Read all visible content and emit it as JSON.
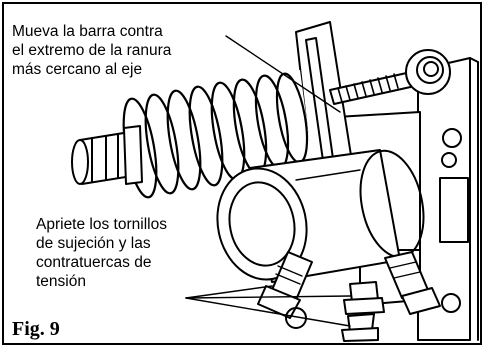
{
  "callouts": {
    "top": "Mueva la barra contra\nel extremo de la ranura\nmás cercano al eje",
    "bottom": "Apriete los tornillos\nde sujeción y las\ncontratuercas de\ntensión"
  },
  "figure_label": "Fig. 9"
}
